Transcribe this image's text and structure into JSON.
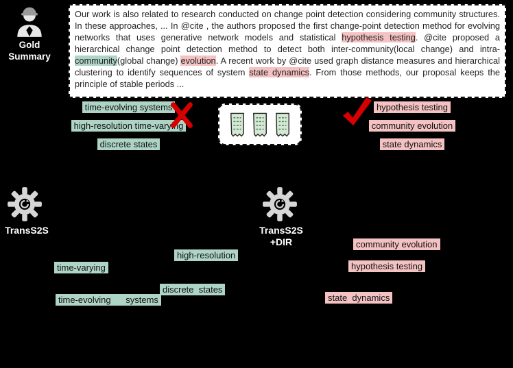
{
  "colors": {
    "green_highlight": "#aed4c6",
    "pink_highlight": "#f4c2c2",
    "red_mark": "#d60000",
    "doc_fill": "#d5e8d4"
  },
  "gold_summary": {
    "label": "Gold Summary",
    "icon": "person-icon",
    "segments": [
      {
        "text": "Our work is also related to research conducted on change point detection considering community structures. In these approaches, ... In @cite , the authors proposed the first change-point detection method for evolving networks that uses generative network models and statistical ",
        "hl": "none"
      },
      {
        "text": "hypothesis testing",
        "hl": "pink"
      },
      {
        "text": ". @cite proposed a hierarchical change point detection method to detect both inter-community(local change) and intra-",
        "hl": "none"
      },
      {
        "text": "community",
        "hl": "green"
      },
      {
        "text": "(global change) ",
        "hl": "none"
      },
      {
        "text": "evolution",
        "hl": "pink"
      },
      {
        "text": ". A recent work by @cite used graph distance measures and hierarchical clustering to identify sequences of system ",
        "hl": "none"
      },
      {
        "text": "state dynamics",
        "hl": "pink"
      },
      {
        "text": ". From those methods, our proposal keeps the principle of stable periods ...",
        "hl": "none"
      }
    ]
  },
  "comparison": {
    "reject_icon": "x-mark-icon",
    "accept_icon": "check-mark-icon",
    "documents_icon": "documents-icon",
    "rejected_phrases": [
      "time-evolving systems",
      "high-resolution time-varying",
      "discrete states"
    ],
    "accepted_phrases": [
      "hypothesis testing",
      "community evolution",
      "state dynamics"
    ]
  },
  "outputs": {
    "left": {
      "label": "TransS2S",
      "icon": "gear-icon",
      "phrases": [
        "high-resolution",
        "time-varying",
        "discrete  states",
        "time-evolving      systems"
      ]
    },
    "right": {
      "label": "TransS2S +DIR",
      "icon": "gear-icon",
      "phrases": [
        "community evolution",
        "hypothesis testing",
        "state  dynamics"
      ]
    }
  }
}
